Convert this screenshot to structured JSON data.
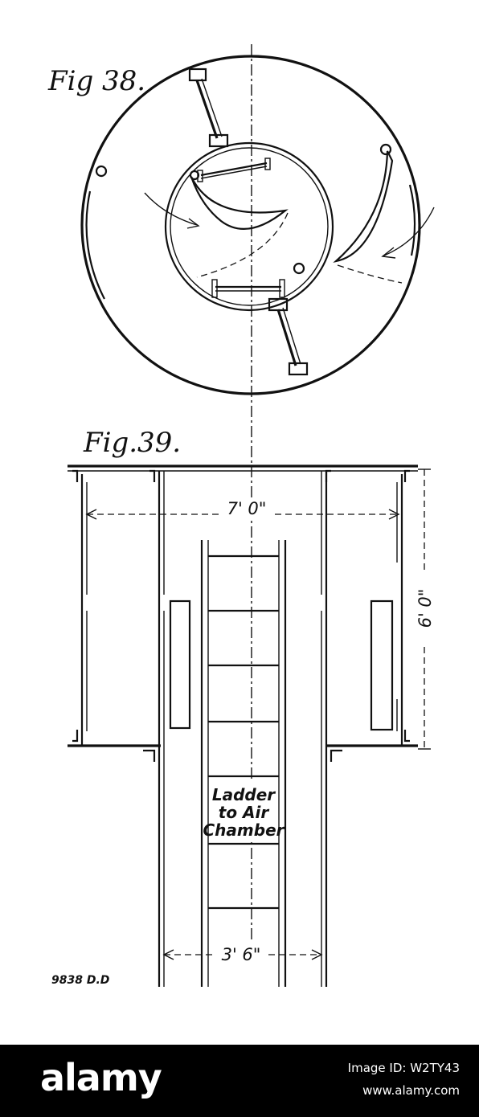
{
  "figures": {
    "fig38": {
      "label": "Fig 38."
    },
    "fig39": {
      "label": "Fig.39."
    }
  },
  "dimensions": {
    "width_outer": "7' 0\"",
    "height_chamber": "6' 0\"",
    "width_shaft": "3' 6\""
  },
  "ladder": {
    "line1": "Ladder",
    "line2": "to Air",
    "line3": "Chamber"
  },
  "reference": "9838 D.D",
  "watermark": {
    "brand": "alamy",
    "image_id": "Image ID: W2TY43",
    "site": "www.alamy.com"
  }
}
